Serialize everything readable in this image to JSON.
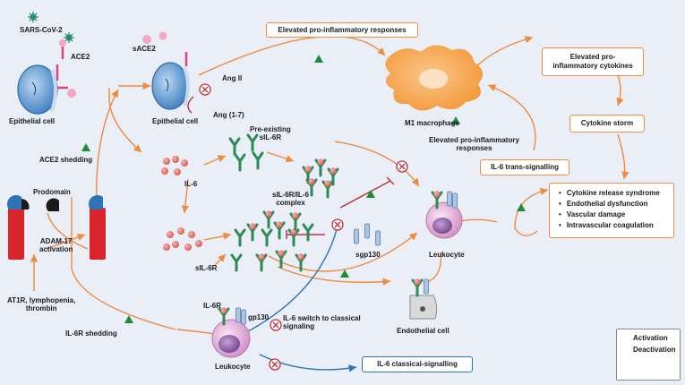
{
  "labels": {
    "sars_cov2": "SARS-CoV-2",
    "ace2": "ACE2",
    "sace2": "sACE2",
    "epithelial_cell_1": "Epithelial cell",
    "epithelial_cell_2": "Epithelial cell",
    "ang2": "Ang II",
    "ang17": "Ang (1-7)",
    "ace2_shedding": "ACE2 shedding",
    "prodomain": "Prodomain",
    "adam17": "ADAM-17\nactivation",
    "at1r": "AT1R, lymphopenia,\nthrombin",
    "il6": "IL-6",
    "preexisting": "Pre-existing\nsIL-6R",
    "complex": "sIL-6R/IL-6\ncomplex",
    "sil6r": "sIL-6R",
    "sgp130": "sgp130",
    "il6r": "IL-6R",
    "gp130": "gp130",
    "leukocyte_bottom": "Leukocyte",
    "leukocyte_right": "Leukocyte",
    "endothelial_cell": "Endothelial cell",
    "il6r_shedding": "IL-6R shedding",
    "il6_switch": "IL-6 switch to classical\nsignaling",
    "m1": "M1 macrophage",
    "elev_resp_side": "Elevated pro-inflammatory\nresponses"
  },
  "boxes": {
    "elev_resp_top": "Elevated pro-inflammatory responses",
    "elev_cytokines": "Elevated pro-\ninflammatory cytokines",
    "cytokine_storm": "Cytokine storm",
    "trans_signalling": "IL-6 trans-signalling",
    "classical_signalling": "IL-6 classical-signalling"
  },
  "outcomes": [
    "Cytokine release syndrome",
    "Endothelial dysfunction",
    "Vascular damage",
    "Intravascular coagulation"
  ],
  "legend": {
    "activation": "Activation",
    "deactivation": "Deactivation"
  },
  "colors": {
    "background": "#e9eef7",
    "arrow_orange": "#f08a3c",
    "arrow_blue": "#2c74b5",
    "inhibit_red": "#c0303a",
    "activation_green": "#1f8a3a",
    "receptor_green": "#2e8b57",
    "il6_pink": "#e8847a",
    "membrane_red": "#d8242a",
    "epithelial_blue": "#5b9bd5",
    "macrophage_orange": "#f7a448",
    "leukocyte_pink": "#e7b3dc"
  }
}
